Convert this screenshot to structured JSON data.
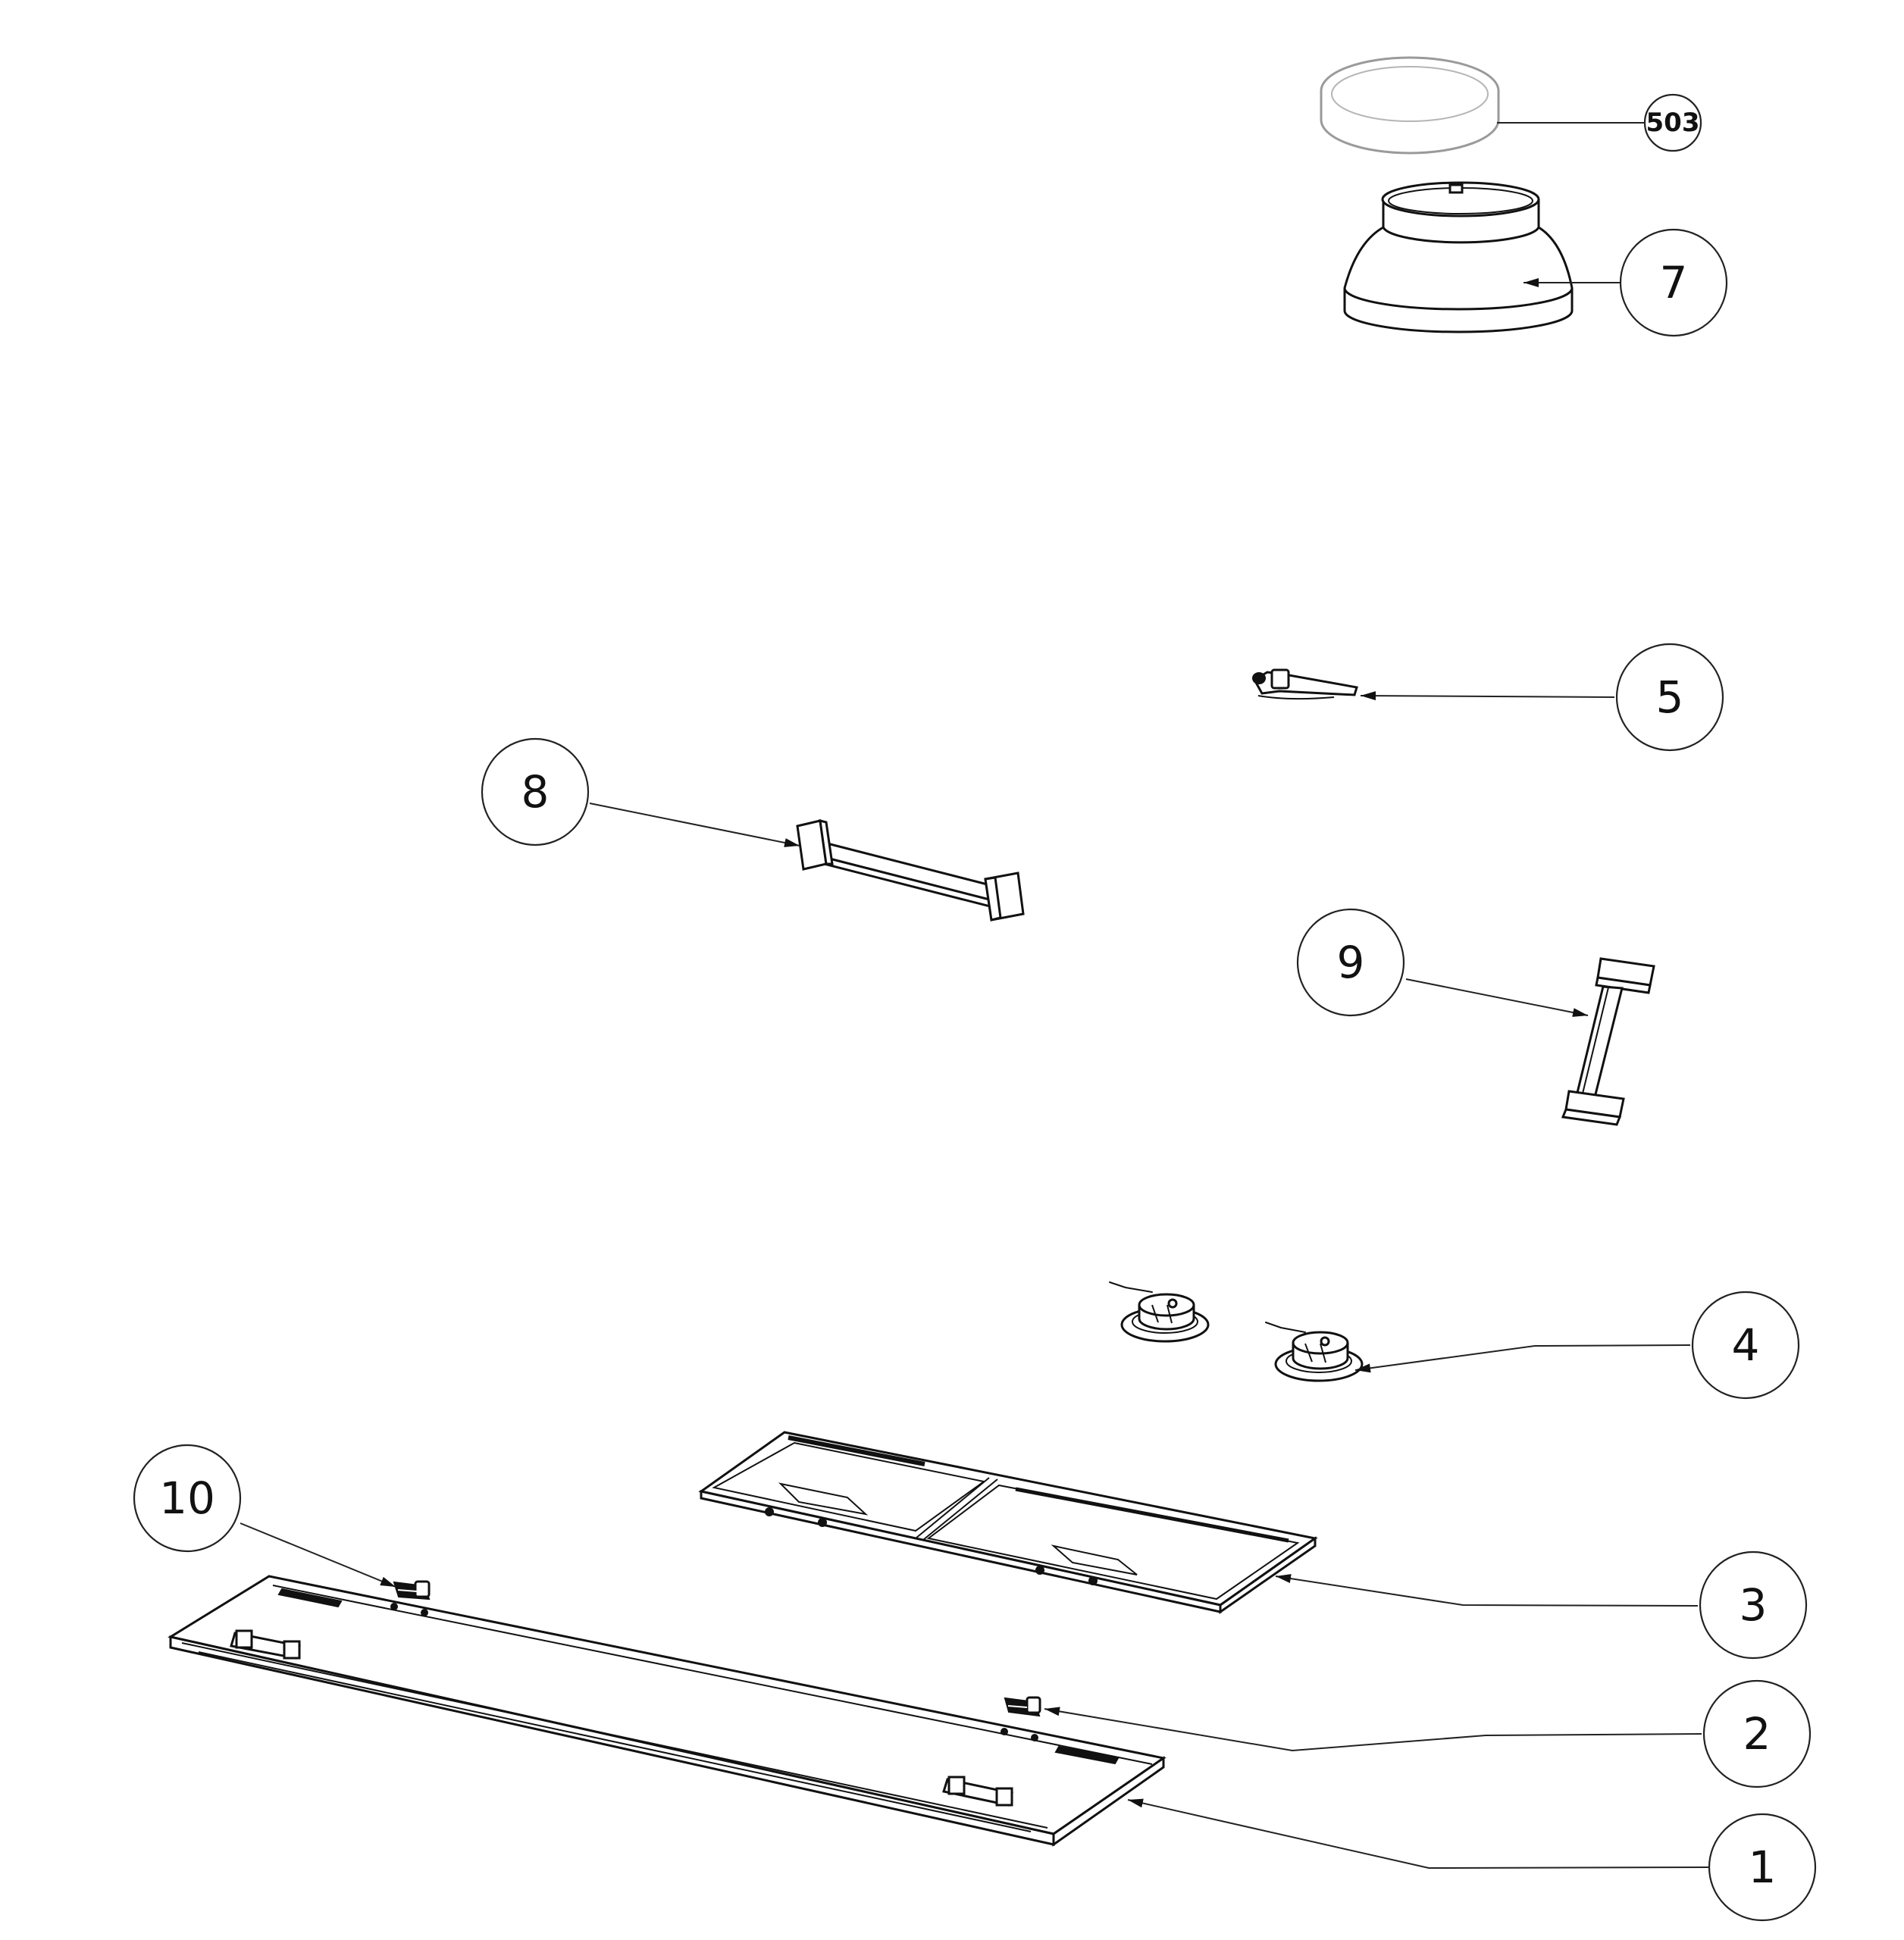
{
  "diagram": {
    "callouts": [
      {
        "id": "503",
        "label": "503"
      },
      {
        "id": "7",
        "label": "7"
      },
      {
        "id": "5",
        "label": "5"
      },
      {
        "id": "8",
        "label": "8"
      },
      {
        "id": "9",
        "label": "9"
      },
      {
        "id": "4",
        "label": "4"
      },
      {
        "id": "10",
        "label": "10"
      },
      {
        "id": "3",
        "label": "3"
      },
      {
        "id": "2",
        "label": "2"
      },
      {
        "id": "1",
        "label": "1"
      }
    ]
  }
}
